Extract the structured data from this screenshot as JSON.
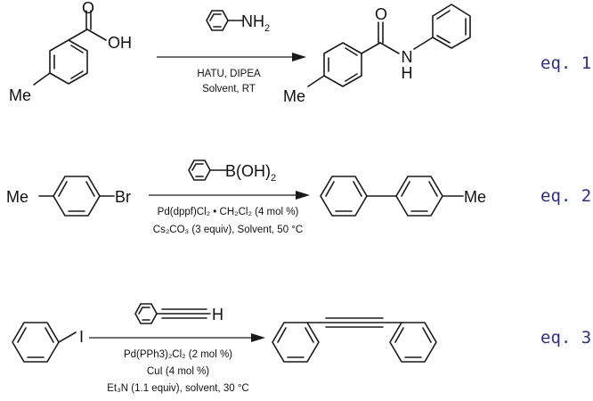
{
  "reactions": [
    {
      "id": "amide-coupling",
      "reactant_labels": {
        "oh": "OH",
        "me": "Me"
      },
      "reagent_label": "NH",
      "reagent_subscript": "2",
      "conditions": [
        "HATU, DIPEA",
        "Solvent, RT"
      ],
      "product_labels": {
        "o": "O",
        "n": "N",
        "h": "H",
        "me": "Me"
      },
      "equation_label": "eq. 1"
    },
    {
      "id": "suzuki-coupling",
      "reactant_labels": {
        "me": "Me",
        "br": "Br"
      },
      "reagent_label": "B(OH)",
      "reagent_subscript": "2",
      "conditions": [
        "Pd(dppf)Cl₂ • CH₂Cl₂ (4 mol %)",
        "Cs₂CO₃ (3 equiv), Solvent, 50 °C"
      ],
      "product_labels": {
        "me": "Me"
      },
      "equation_label": "eq. 2"
    },
    {
      "id": "sonogashira-coupling",
      "reactant_labels": {
        "i": "I"
      },
      "reagent_label": "H",
      "conditions": [
        "Pd(PPh3)₂Cl₂ (2 mol %)",
        "CuI (4 mol %)",
        "Et₃N (1.1 equiv), solvent, 30 °C"
      ],
      "equation_label": "eq. 3"
    }
  ]
}
